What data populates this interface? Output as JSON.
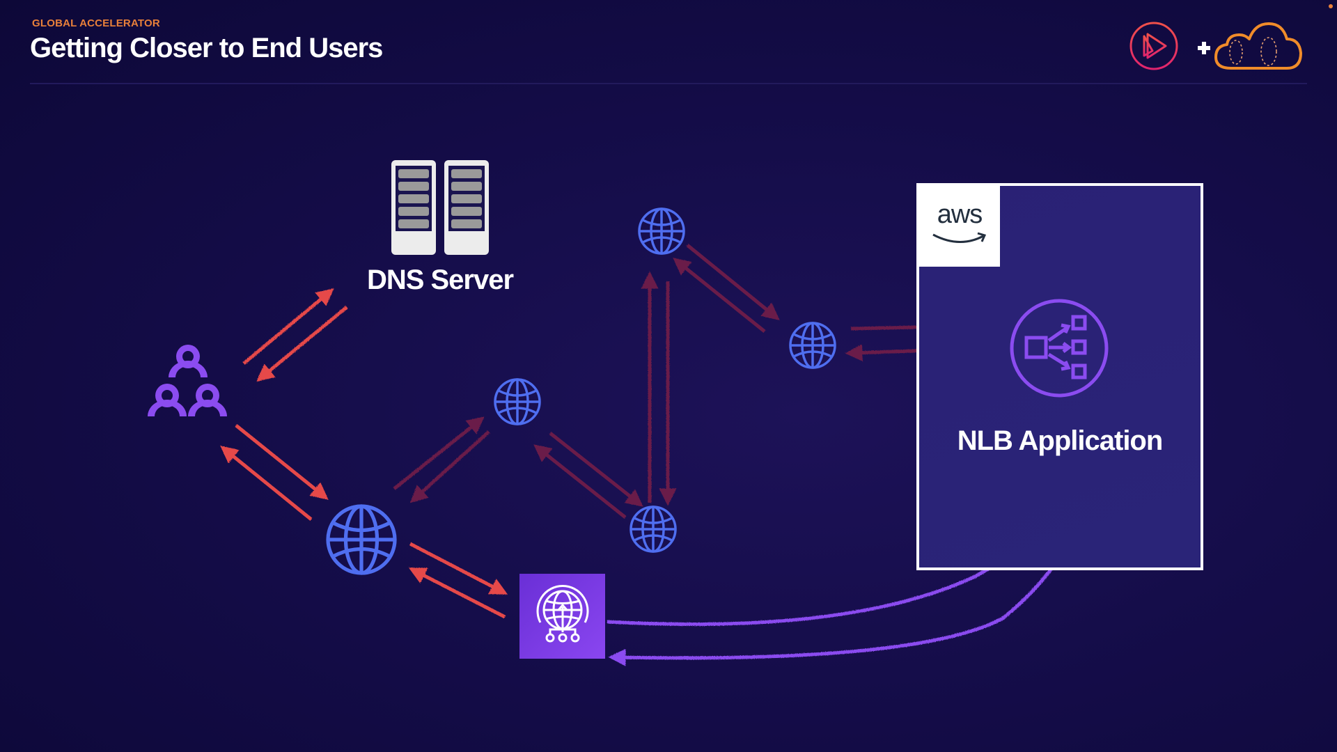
{
  "header": {
    "kicker": "GLOBAL ACCELERATOR",
    "title": "Getting Closer to End Users",
    "logos": {
      "left": "pluralsight-play-icon",
      "separator": "+",
      "right": "acloudguru-cloud-icon"
    }
  },
  "diagram": {
    "nodes": {
      "users": {
        "icon": "users-group-icon"
      },
      "dns_server": {
        "icon": "server-rack-icon",
        "label": "DNS Server"
      },
      "edge_globe": {
        "icon": "globe-icon"
      },
      "internet_hops": [
        {
          "icon": "globe-icon"
        },
        {
          "icon": "globe-icon"
        },
        {
          "icon": "globe-icon"
        },
        {
          "icon": "globe-icon"
        }
      ],
      "global_accelerator": {
        "icon": "global-accelerator-icon"
      },
      "aws_region": {
        "logo": "aws",
        "icon": "network-load-balancer-icon",
        "label": "NLB Application"
      }
    },
    "colors": {
      "background": "#150d4a",
      "accent_orange": "#e8803a",
      "active_path_red": "#e64a4a",
      "dim_path_red": "#6b1e4a",
      "accelerated_path_purple": "#8b4cf0",
      "globe_blue": "#4f6ef0",
      "aws_panel": "#2a2175"
    }
  }
}
